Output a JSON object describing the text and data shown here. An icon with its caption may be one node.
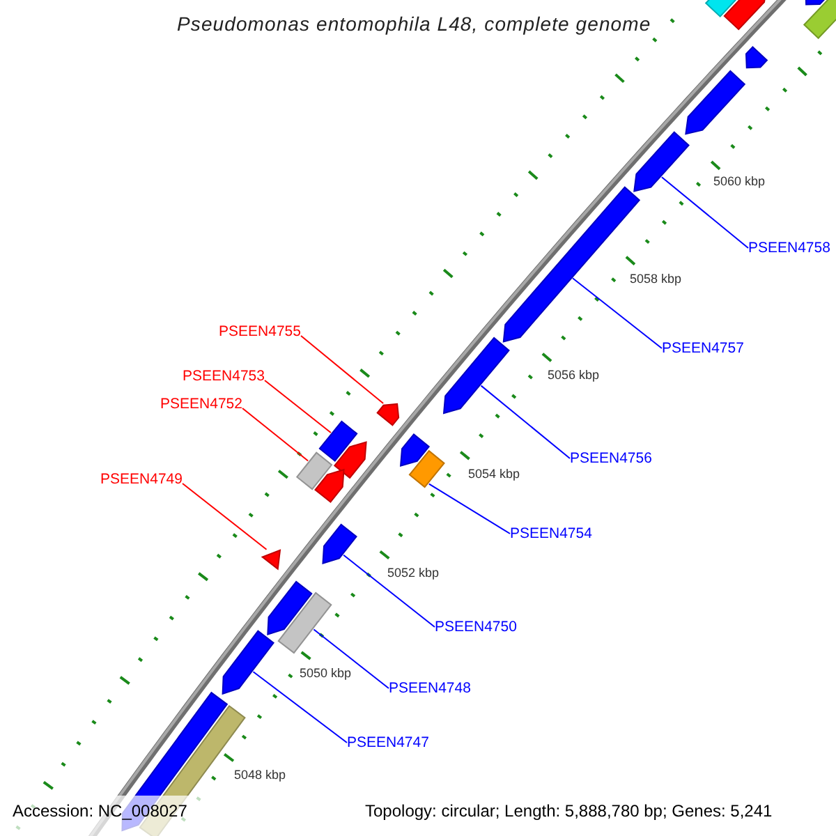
{
  "diagram": {
    "title": "Pseudomonas entomophila L48, complete genome",
    "nodes": [
      {
        "text": [
          "PSEEN4758"
        ]
      },
      {
        "text": [
          "PSEEN4755"
        ]
      },
      {
        "text": [
          "PSEEN4757"
        ]
      },
      {
        "text": [
          "PSEEN4753"
        ]
      },
      {
        "text": [
          "PSEEN4752"
        ]
      },
      {
        "text": [
          "PSEEN4756"
        ]
      },
      {
        "text": [
          "PSEEN4749"
        ]
      },
      {
        "text": [
          "PSEEN4754"
        ]
      },
      {
        "text": [
          "PSEEN4750"
        ]
      },
      {
        "text": [
          "PSEEN4748"
        ]
      },
      {
        "text": [
          "PSEEN4747"
        ]
      },
      {
        "text": [],
        "shape": "pentagon"
      },
      {
        "text": [],
        "shape": "bar"
      },
      {
        "text": [],
        "shape": "pentagon"
      },
      {
        "text": [],
        "shape": "bar"
      },
      {
        "text": [],
        "shape": "pentagon"
      },
      {
        "text": [],
        "shape": "pentagon"
      },
      {
        "text": [],
        "shape": "pentagon"
      },
      {
        "text": [],
        "shape": "pentagon"
      },
      {
        "text": [],
        "shape": "pentagon"
      },
      {
        "text": [],
        "shape": "pentagon"
      },
      {
        "text": [],
        "shape": "pentagon"
      },
      {
        "text": [],
        "shape": "bar"
      },
      {
        "text": [],
        "shape": "bar"
      },
      {
        "text": [],
        "shape": "pentagon"
      },
      {
        "text": [],
        "shape": "pentagon"
      },
      {
        "text": [],
        "shape": "bar"
      },
      {
        "text": [],
        "shape": "pentagon"
      },
      {
        "text": [],
        "shape": "triangle"
      },
      {
        "text": [],
        "shape": "bar"
      },
      {
        "text": [],
        "shape": "pentagon"
      },
      {
        "text": [],
        "shape": "pentagon"
      },
      {
        "text": [],
        "shape": "bar"
      },
      {
        "text": [],
        "shape": "pentagon"
      }
    ],
    "edges": [
      {
        "from": 0,
        "to": 17,
        "arrow": "none"
      },
      {
        "from": 1,
        "to": 20,
        "arrow": "none",
        "color": "#ff0000"
      },
      {
        "from": 2,
        "to": 18,
        "arrow": "none"
      },
      {
        "from": 3,
        "to": 23,
        "arrow": "none",
        "color": "#ff0000"
      },
      {
        "from": 4,
        "to": 26,
        "arrow": "none",
        "color": "#ff0000"
      },
      {
        "from": 5,
        "to": 19,
        "arrow": "none"
      },
      {
        "from": 6,
        "to": 28,
        "arrow": "none",
        "color": "#ff0000"
      },
      {
        "from": 7,
        "to": 22,
        "arrow": "none"
      },
      {
        "from": 8,
        "to": 27,
        "arrow": "none"
      },
      {
        "from": 9,
        "to": 29,
        "arrow": "none"
      },
      {
        "from": 10,
        "to": 31,
        "arrow": "none"
      }
    ],
    "labels": [
      "5060 kbp",
      "5058 kbp",
      "5056 kbp",
      "5054 kbp",
      "5052 kbp",
      "5050 kbp",
      "5048 kbp",
      "Accession: NC_008027",
      "Topology: circular; Length: 5,888,780 bp; Genes: 5,241"
    ]
  }
}
